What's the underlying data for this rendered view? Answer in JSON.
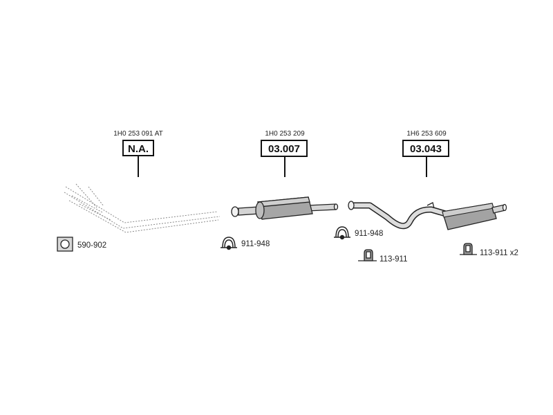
{
  "parts": [
    {
      "oe_number": "1H0 253 091 AT",
      "part_number": "N.A."
    },
    {
      "oe_number": "1H0 253 209",
      "part_number": "03.007"
    },
    {
      "oe_number": "1H6 253 609",
      "part_number": "03.043"
    }
  ],
  "accessories": {
    "gasket": "590-902",
    "clamp_1": "911-948",
    "clamp_2": "911-948",
    "mount_1": "113-911",
    "mount_2": "113-911 x2"
  }
}
